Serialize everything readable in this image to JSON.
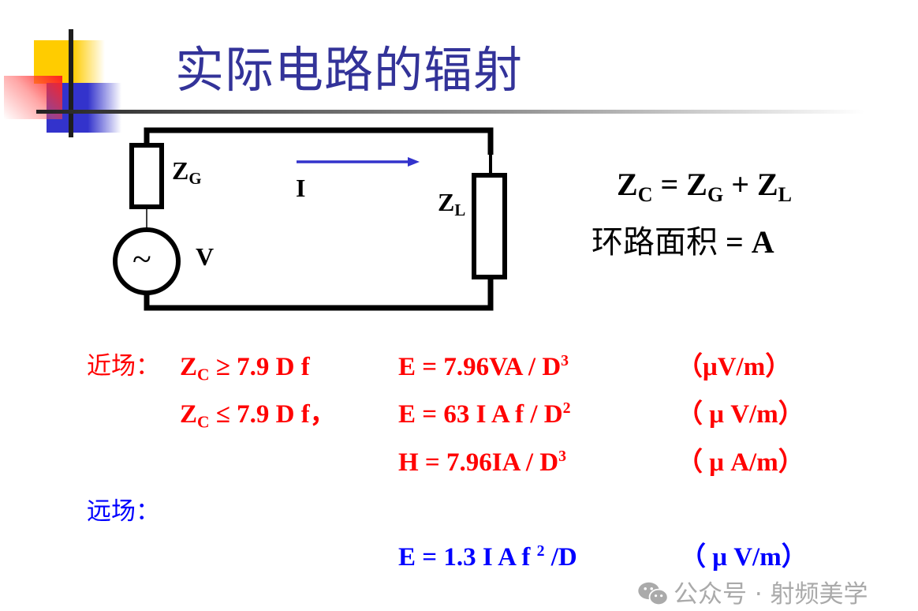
{
  "title": "实际电路的辐射",
  "circuit": {
    "zg_label": {
      "main": "Z",
      "sub": "G"
    },
    "zl_label": {
      "main": "Z",
      "sub": "L"
    },
    "current_label": "I",
    "source_label": "V",
    "source_symbol": "~",
    "accent_color": "#3333cc"
  },
  "equations": {
    "zc": {
      "lhs_main": "Z",
      "lhs_sub": "C",
      "rhs": "= Z",
      "g_sub": "G",
      "plus": " + Z",
      "l_sub": "L"
    },
    "area": {
      "cn": "环路面积",
      "rest": " = A"
    }
  },
  "near_field": {
    "label": "近场：",
    "rows": [
      {
        "cond_main": "Z",
        "cond_sub": "C",
        "cond_rest": " ≥ 7.9 D f",
        "formula": "E = 7.96VA / D",
        "exp": "3",
        "unit": "（μV/m）"
      },
      {
        "cond_main": "Z",
        "cond_sub": "C",
        "cond_rest": " ≤  7.9 D f，",
        "formula": "E = 63 I A f / D",
        "exp": "2",
        "unit": "（ μ V/m）"
      },
      {
        "formula": "H = 7.96IA / D",
        "exp": "3",
        "unit": "（ μ A/m）"
      }
    ]
  },
  "far_field": {
    "label": "远场：",
    "formula_a": "E = 1.3 I A f ",
    "exp": "2",
    "formula_b": " /D",
    "unit": "（ μ V/m）"
  },
  "watermark": "公众号 · 射频美学",
  "colors": {
    "title": "#333399",
    "near": "#ff0000",
    "far": "#0000ff"
  }
}
